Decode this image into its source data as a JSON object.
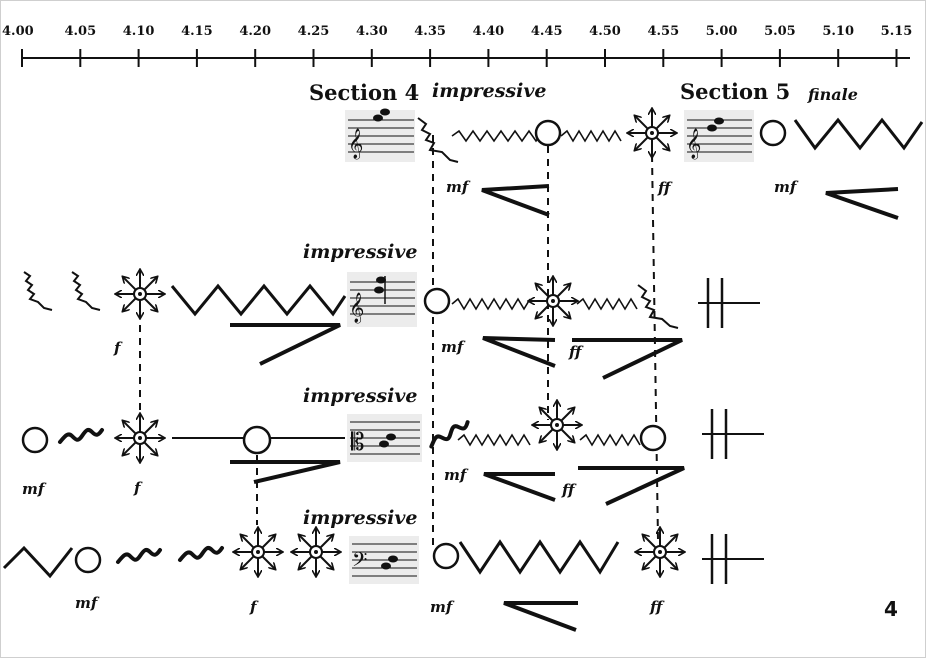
{
  "timeline": {
    "ticks": [
      "4.00",
      "4.05",
      "4.10",
      "4.15",
      "4.20",
      "4.25",
      "4.30",
      "4.35",
      "4.40",
      "4.45",
      "4.50",
      "4.55",
      "5.00",
      "5.05",
      "5.10",
      "5.15"
    ]
  },
  "sections": [
    {
      "title": "Section 4",
      "marking": "impressive"
    },
    {
      "title": "Section 5",
      "marking": "finale"
    }
  ],
  "staff_markings": [
    "impressive",
    "impressive",
    "impressive"
  ],
  "dynamics": {
    "row1_mf": "mf",
    "row1_ff": "ff",
    "row1_mf2": "mf",
    "row2_f": "f",
    "row2_mf": "mf",
    "row2_ff": "ff",
    "row3_mf": "mf",
    "row3_f": "f",
    "row3_mf2": "mf",
    "row3_ff": "ff",
    "row4_mf": "mf",
    "row4_f": "f",
    "row4_mf2": "mf",
    "row4_ff": "ff"
  },
  "page_number": "4",
  "icons": [
    "treble-clef-icon",
    "alto-clef-icon",
    "bass-clef-icon",
    "burst-arrows-icon",
    "circle-notehead-icon",
    "zigzag-line-icon",
    "wavy-line-icon",
    "hairpin-icon",
    "double-barline-icon"
  ],
  "colors": {
    "ink": "#111111",
    "clef_box": "#ececec"
  }
}
